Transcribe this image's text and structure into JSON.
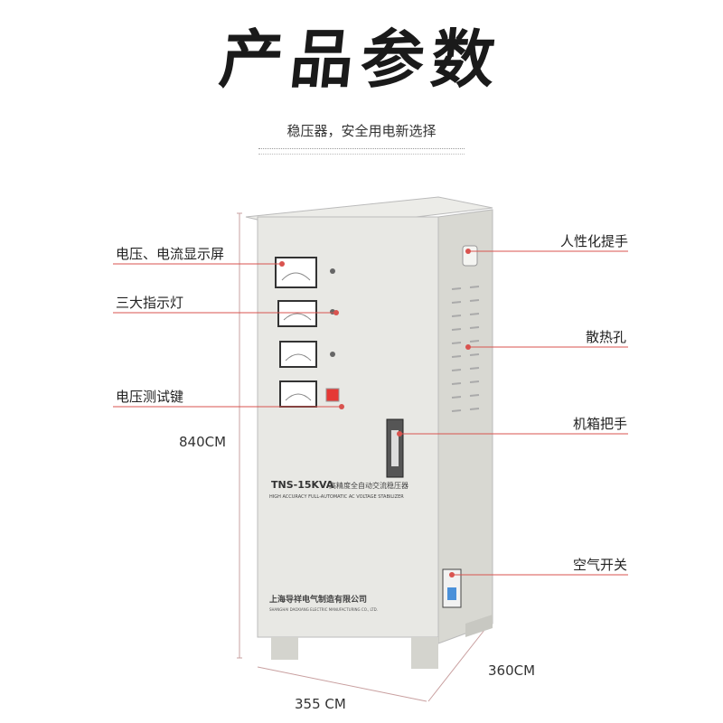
{
  "page_title": "产品参数",
  "subtitle": "稳压器，安全用电新选择",
  "left_labels": [
    "电压、电流显示屏",
    "三大指示灯",
    "电压测试键"
  ],
  "right_labels": [
    "人性化提手",
    "散热孔",
    "机箱把手",
    "空气开关"
  ],
  "dimensions": {
    "height": "840CM",
    "width": "355 CM",
    "depth": "360CM"
  },
  "cabinet": {
    "model": "TNS-15KVA",
    "model_cn": "高精度全自动交流稳压器",
    "model_en": "HIGH ACCURACY FULL-AUTOMATIC AC VOLTAGE STABILIZER",
    "maker": "上海导祥电气制造有限公司",
    "maker_en": "SHANGHAI DAOXIANG ELECTRIC MANUFACTURING CO., LTD."
  },
  "colors": {
    "line": "#d9534f",
    "cabinet": "#e8e8e4",
    "cabinet_side": "#d6d6d0"
  }
}
